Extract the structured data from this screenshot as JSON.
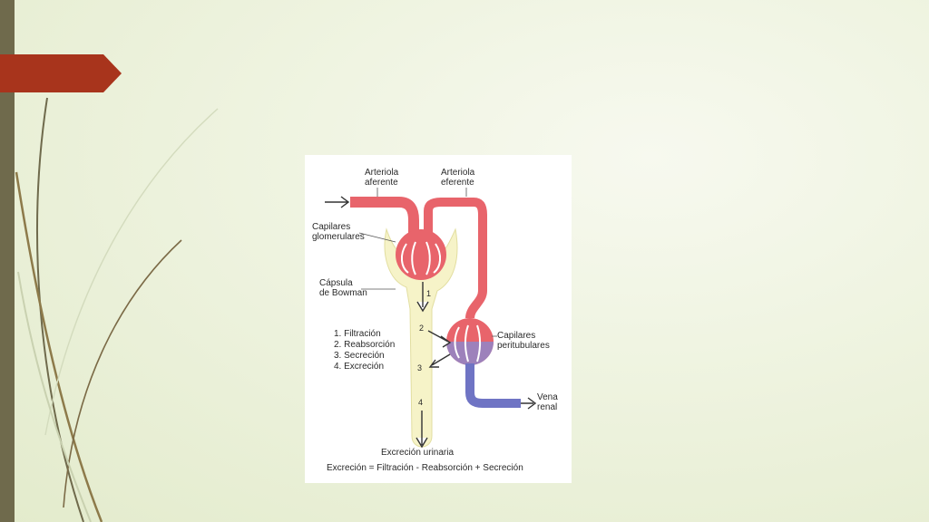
{
  "diagram": {
    "afferent_arteriole": "Arteriola\naferente",
    "efferent_arteriole": "Arteriola\neferente",
    "glomerular_capillaries": "Capilares\nglomerulares",
    "bowman_capsule": "Cápsula\nde Bowman",
    "peritubular_capillaries": "Capilares\nperitubulares",
    "renal_vein": "Vena\nrenal",
    "processes": [
      "1. Filtración",
      "2. Reabsorción",
      "3. Secreción",
      "4. Excreción"
    ],
    "step_numbers": [
      "1",
      "2",
      "3",
      "4"
    ],
    "urinary_excretion": "Excreción urinaria",
    "equation": "Excreción = Filtración - Reabsorción + Secreción"
  },
  "colors": {
    "arterial": "#e8646b",
    "venous": "#6f74c4",
    "tubule": "#f6f3c8",
    "accent_tab": "#a8341c",
    "sidebar": "#6f6a4c"
  }
}
